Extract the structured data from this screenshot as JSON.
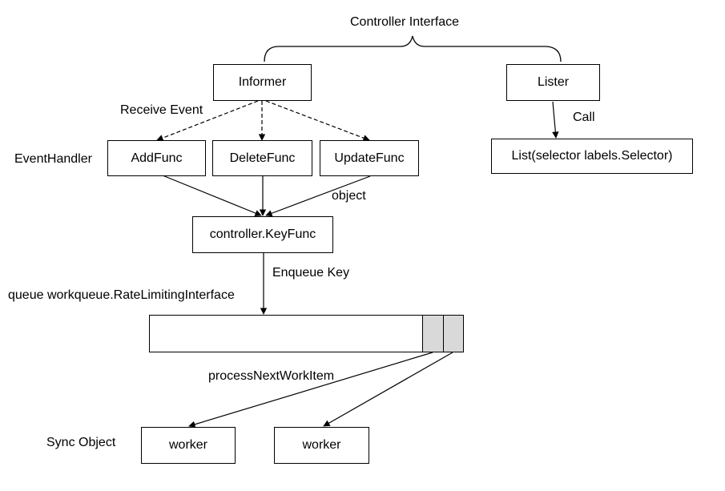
{
  "top": {
    "title": "Controller Interface"
  },
  "nodes": {
    "informer": "Informer",
    "lister": "Lister",
    "add_func": "AddFunc",
    "delete_func": "DeleteFunc",
    "update_func": "UpdateFunc",
    "list_call": "List(selector labels.Selector)",
    "key_func": "controller.KeyFunc",
    "worker_1": "worker",
    "worker_2": "worker"
  },
  "labels": {
    "receive_event": "Receive Event",
    "call": "Call",
    "event_handler": "EventHandler",
    "object": "object",
    "enqueue_key": "Enqueue Key",
    "queue": "queue workqueue.RateLimitingInterface",
    "process_next": "processNextWorkItem",
    "sync_object": "Sync Object"
  },
  "colors": {
    "line": "#000000",
    "queue_cell": "#d9d9d9"
  }
}
